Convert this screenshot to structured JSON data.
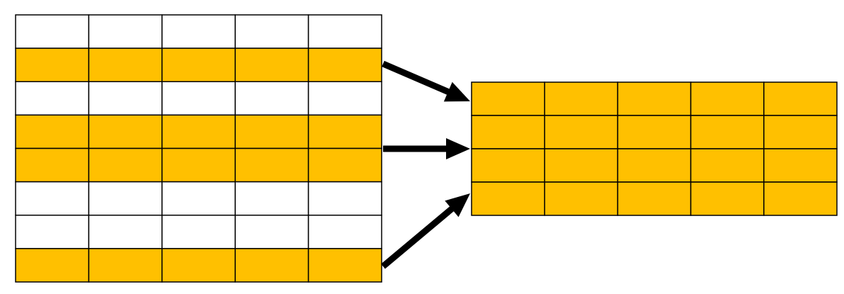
{
  "colors": {
    "highlight": "#FFC000",
    "plain": "#FFFFFF",
    "grid_line": "#000000",
    "arrow": "#000000"
  },
  "source_table": {
    "columns": 5,
    "rows": [
      {
        "selected": false
      },
      {
        "selected": true
      },
      {
        "selected": false
      },
      {
        "selected": true
      },
      {
        "selected": true
      },
      {
        "selected": false
      },
      {
        "selected": false
      },
      {
        "selected": true
      }
    ]
  },
  "result_table": {
    "columns": 5,
    "rows": 4
  },
  "arrows": [
    {
      "from_source_row": 1,
      "to_result_row": 0
    },
    {
      "from_source_row": 3,
      "to_result_row": 1
    },
    {
      "from_source_row": 7,
      "to_result_row": 3
    }
  ]
}
